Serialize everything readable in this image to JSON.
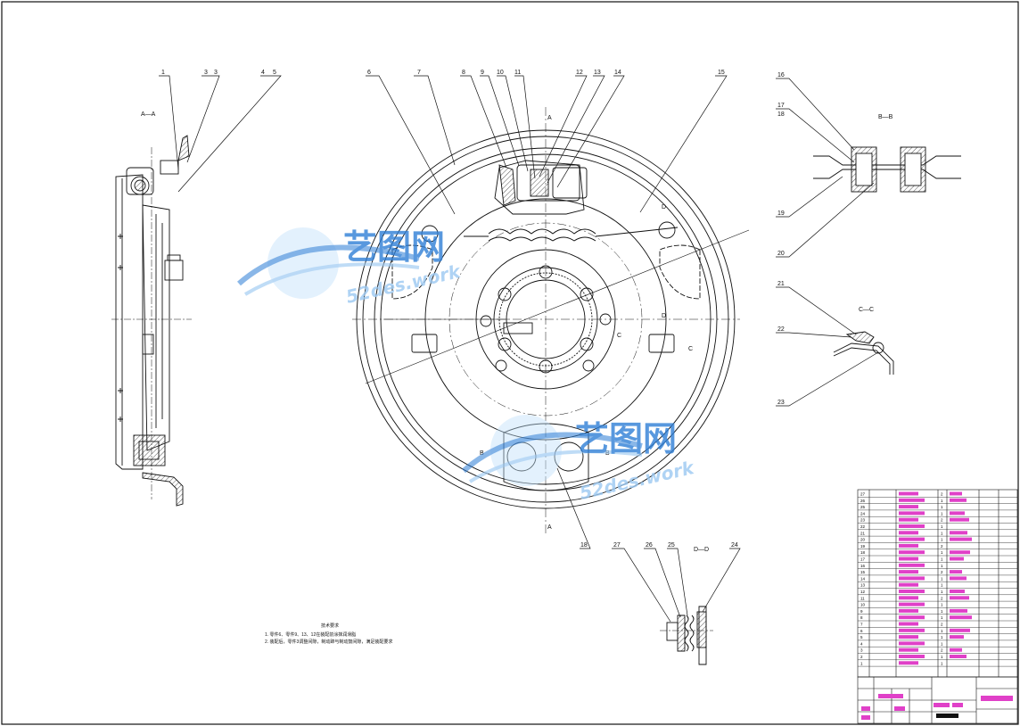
{
  "drawing": {
    "balloons": [
      {
        "n": "1"
      },
      {
        "n": "3"
      },
      {
        "n": "3"
      },
      {
        "n": "4"
      },
      {
        "n": "5"
      },
      {
        "n": "6"
      },
      {
        "n": "7"
      },
      {
        "n": "8"
      },
      {
        "n": "9"
      },
      {
        "n": "10"
      },
      {
        "n": "11"
      },
      {
        "n": "12"
      },
      {
        "n": "13"
      },
      {
        "n": "14"
      },
      {
        "n": "15"
      },
      {
        "n": "16"
      },
      {
        "n": "17"
      },
      {
        "n": "18"
      },
      {
        "n": "19"
      },
      {
        "n": "20"
      },
      {
        "n": "21"
      },
      {
        "n": "22"
      },
      {
        "n": "23"
      },
      {
        "n": "18"
      },
      {
        "n": "27"
      },
      {
        "n": "26"
      },
      {
        "n": "25"
      },
      {
        "n": "24"
      }
    ],
    "section_labels": {
      "aa": "A—A",
      "bb": "B—B",
      "cc": "C—C",
      "dd": "D—D",
      "cut_a": "A",
      "cut_b": "B",
      "cut_c": "C",
      "cut_d": "D"
    },
    "notes": {
      "title": "技术要求",
      "line1": "1. 零件6、零件9、13、12在装配前涂抹润滑脂",
      "line2": "2. 装配后，零件3调整间隙，制动蹄与制动鼓间隙，满足装配要求"
    }
  },
  "watermark": {
    "cn": "艺图网",
    "en_top": "52des.work",
    "en_bottom": "52des.work",
    "colors": {
      "blue": "#2f7fd6",
      "light": "#9cc9f2"
    }
  },
  "parts_table": {
    "rows": [
      {
        "n": "27"
      },
      {
        "n": "26"
      },
      {
        "n": "25"
      },
      {
        "n": "24"
      },
      {
        "n": "23"
      },
      {
        "n": "22"
      },
      {
        "n": "21"
      },
      {
        "n": "20"
      },
      {
        "n": "19"
      },
      {
        "n": "18"
      },
      {
        "n": "17"
      },
      {
        "n": "16"
      },
      {
        "n": "15"
      },
      {
        "n": "14"
      },
      {
        "n": "13"
      },
      {
        "n": "12"
      },
      {
        "n": "11"
      },
      {
        "n": "10"
      },
      {
        "n": "9"
      },
      {
        "n": "8"
      },
      {
        "n": "7"
      },
      {
        "n": "6"
      },
      {
        "n": "5"
      },
      {
        "n": "4"
      },
      {
        "n": "3"
      },
      {
        "n": "2"
      },
      {
        "n": "1"
      }
    ]
  },
  "colors": {
    "line": "#111111",
    "highlight": "#e040c8",
    "bg": "#ffffff"
  }
}
